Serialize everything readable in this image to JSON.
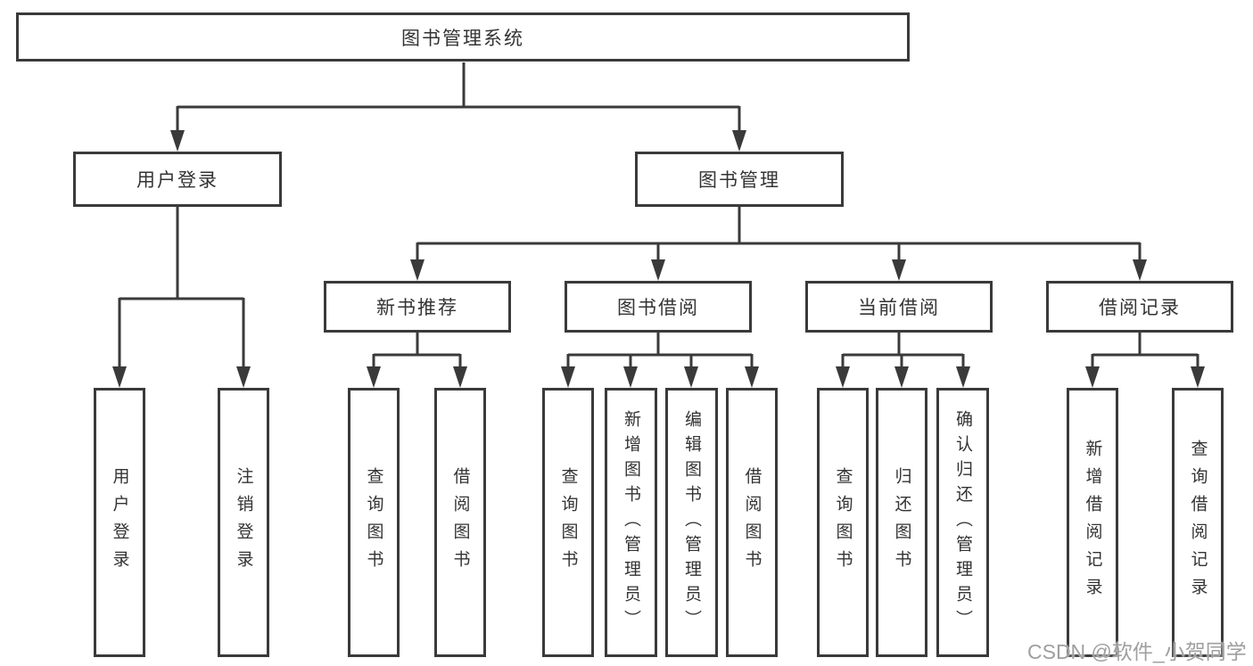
{
  "diagram": {
    "root": {
      "label": "图书管理系统"
    },
    "level2": [
      {
        "id": "user-login",
        "label": "用户登录"
      },
      {
        "id": "book-management",
        "label": "图书管理"
      }
    ],
    "level3": [
      {
        "id": "new-book-recommend",
        "label": "新书推荐",
        "parent": "图书管理"
      },
      {
        "id": "book-borrowing",
        "label": "图书借阅",
        "parent": "图书管理"
      },
      {
        "id": "current-borrowing",
        "label": "当前借阅",
        "parent": "图书管理"
      },
      {
        "id": "borrowing-records",
        "label": "借阅记录",
        "parent": "图书管理"
      }
    ],
    "leaves": [
      {
        "label": "用户登录",
        "parent": "用户登录"
      },
      {
        "label": "注销登录",
        "parent": "用户登录"
      },
      {
        "label": "查询图书",
        "parent": "新书推荐"
      },
      {
        "label": "借阅图书",
        "parent": "新书推荐"
      },
      {
        "label": "查询图书",
        "parent": "图书借阅"
      },
      {
        "label": "新增图书（管理员）",
        "parent": "图书借阅"
      },
      {
        "label": "编辑图书（管理员）",
        "parent": "图书借阅"
      },
      {
        "label": "借阅图书",
        "parent": "图书借阅"
      },
      {
        "label": "查询图书",
        "parent": "当前借阅"
      },
      {
        "label": "归还图书",
        "parent": "当前借阅"
      },
      {
        "label": "确认归还（管理员）",
        "parent": "当前借阅"
      },
      {
        "label": "新增借阅记录",
        "parent": "借阅记录"
      },
      {
        "label": "查询借阅记录",
        "parent": "借阅记录"
      }
    ]
  },
  "watermark": {
    "text": "CSDN @软件_小贺同学"
  },
  "colors": {
    "line": "#3a3a3a",
    "box_border": "#3a3a3a",
    "text": "#333333",
    "background": "#ffffff",
    "watermark": "#9f9f9f"
  }
}
